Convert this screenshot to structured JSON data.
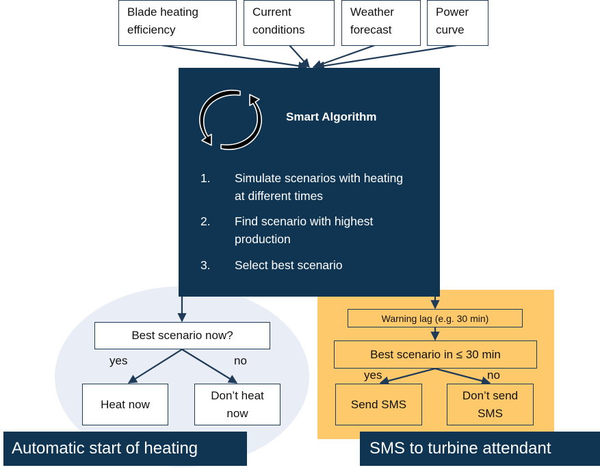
{
  "inputs": [
    {
      "label": "Blade heating efficiency"
    },
    {
      "label": "Current conditions"
    },
    {
      "label": "Weather forecast"
    },
    {
      "label": "Power curve"
    }
  ],
  "algorithm": {
    "title": "Smart Algorithm",
    "steps": [
      {
        "num": "1.",
        "text": "Simulate scenarios with heating at different times"
      },
      {
        "num": "2.",
        "text": "Find scenario with highest production"
      },
      {
        "num": "3.",
        "text": "Select best scenario"
      }
    ]
  },
  "left": {
    "question": "Best scenario now?",
    "yes_label": "yes",
    "no_label": "no",
    "yes_box": "Heat now",
    "no_box": "Don’t heat now",
    "banner": "Automatic start of heating"
  },
  "right": {
    "lag": "Warning lag (e.g. 30 min)",
    "question": "Best scenario in ≤ 30 min",
    "yes_label": "yes",
    "no_label": "no",
    "yes_box": "Send SMS",
    "no_box": "Don’t send SMS",
    "banner": "SMS to turbine attendant"
  },
  "colors": {
    "navy": "#0f3552",
    "yellow": "#fdc96a",
    "ellipse": "#e8edf6"
  }
}
